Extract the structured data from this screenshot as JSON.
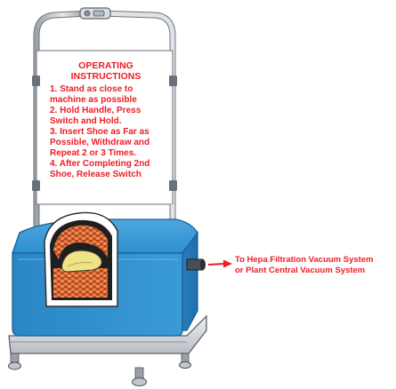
{
  "instructions": {
    "title_line1": "OPERATING",
    "title_line2": "INSTRUCTIONS",
    "steps": [
      [
        "1. Stand as close to",
        "machine as possible"
      ],
      [
        "2. Hold Handle, Press",
        "Switch and Hold."
      ],
      [
        "3. Insert Shoe as Far as",
        "Possible, Withdraw and",
        "Repeat 2 or 3 Times."
      ],
      [
        "4. After Completing 2nd",
        "Shoe, Release Switch"
      ]
    ]
  },
  "callout": {
    "line1": "To Hepa Filtration Vacuum System",
    "line2": "or Plant Central Vacuum System"
  },
  "colors": {
    "text_red": "#ee1c25",
    "machine_blue": "#2e8fd0",
    "frame_gray": "#c8cbd0",
    "brush_orange": "#e0733a",
    "shoe_yellow": "#efe38a"
  }
}
